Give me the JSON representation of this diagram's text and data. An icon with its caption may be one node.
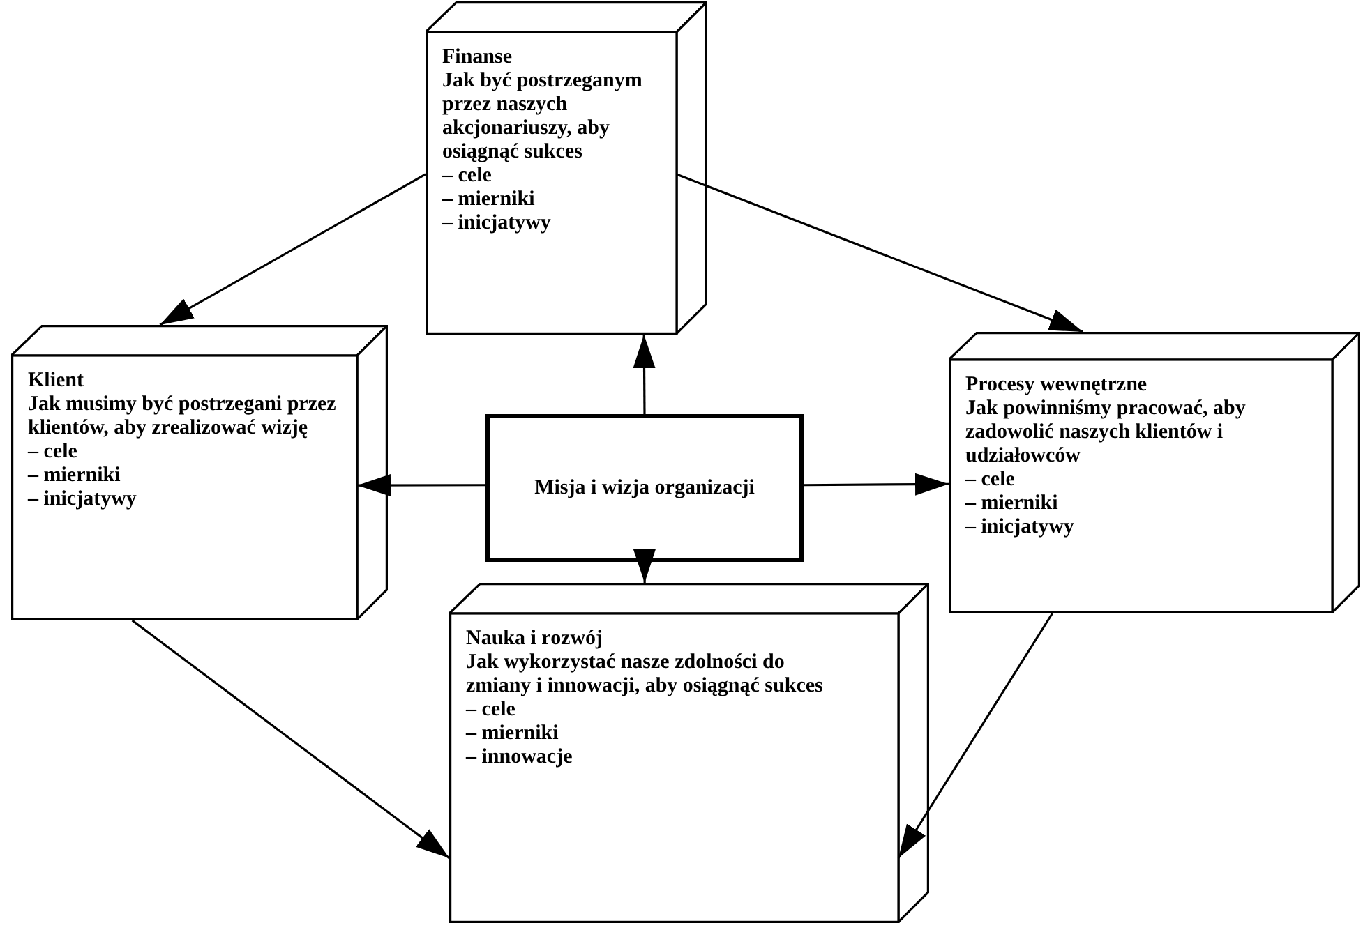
{
  "diagram": {
    "nodes": [
      {
        "text": [
          "Finanse",
          "Jak być postrzeganym przez naszych akcjonariuszy, aby osiągnąć sukces",
          "– cele",
          "– mierniki",
          "– inicjatywy"
        ]
      },
      {
        "text": [
          "Klient",
          "Jak musimy być postrzegani przez klientów, aby zrealizować wizję",
          "– cele",
          "– mierniki",
          "– inicjatywy"
        ]
      },
      {
        "text": [
          "Misja i wizja organizacji"
        ]
      },
      {
        "text": [
          "Procesy wewnętrzne",
          "Jak powinniśmy pracować, aby zadowolić naszych klientów i udziałowców",
          "– cele",
          "– mierniki",
          "– inicjatywy"
        ]
      },
      {
        "text": [
          "Nauka i rozwój",
          "Jak wykorzystać nasze zdolności do zmiany i innowacji, aby osiągnąć sukces",
          "– cele",
          "– mierniki",
          "– innowacje"
        ]
      }
    ],
    "edges": [
      {
        "from": 2,
        "to": 0,
        "arrow": "to"
      },
      {
        "from": 2,
        "to": 1,
        "arrow": "to"
      },
      {
        "from": 2,
        "to": 3,
        "arrow": "to"
      },
      {
        "from": 2,
        "to": 4,
        "arrow": "to"
      },
      {
        "from": 0,
        "to": 1,
        "arrow": "to"
      },
      {
        "from": 0,
        "to": 3,
        "arrow": "to"
      },
      {
        "from": 1,
        "to": 4,
        "arrow": "to"
      },
      {
        "from": 3,
        "to": 4,
        "arrow": "to"
      }
    ]
  }
}
